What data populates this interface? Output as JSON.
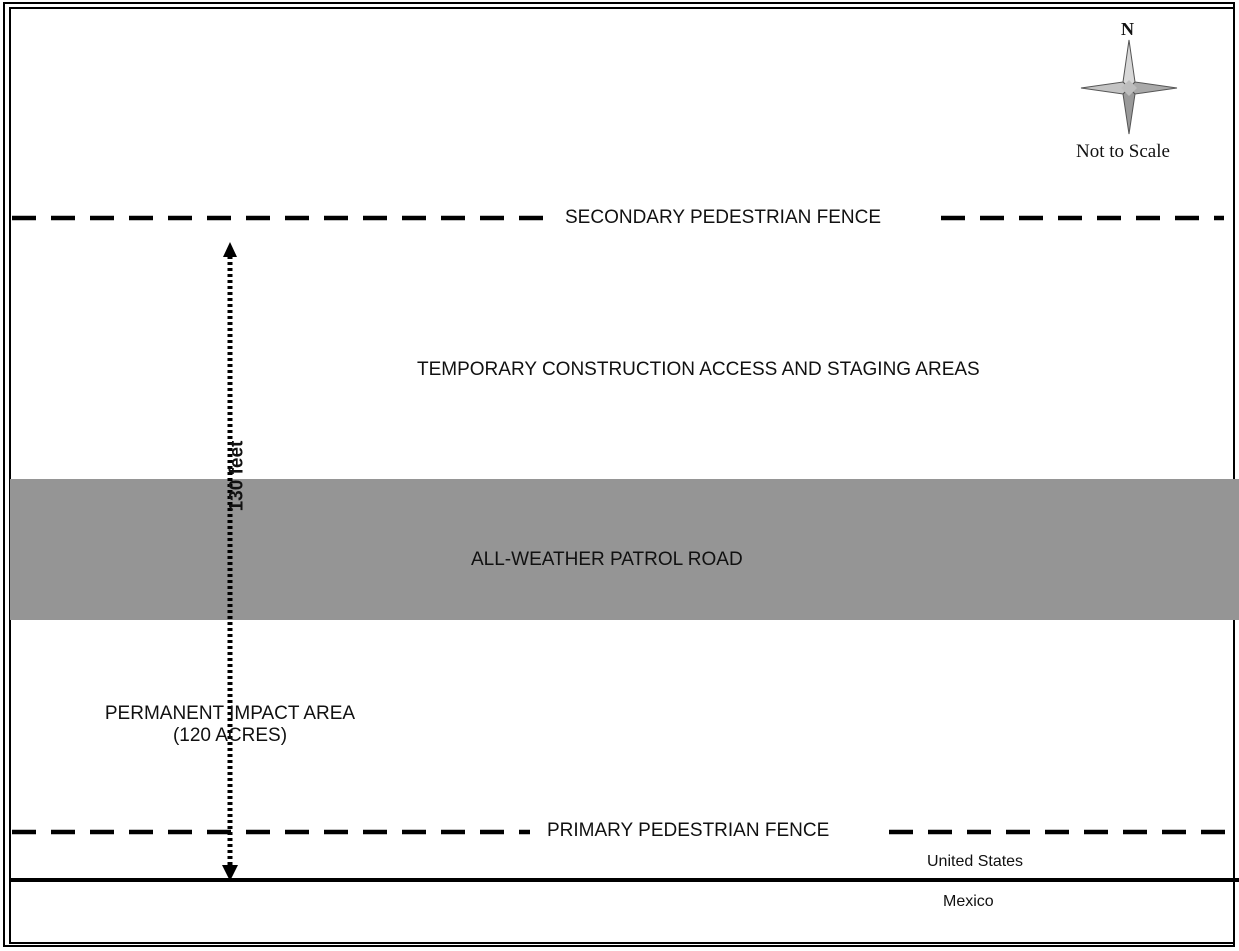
{
  "compass": {
    "north_label": "N",
    "scale_note": "Not to Scale"
  },
  "fences": {
    "secondary_label": "SECONDARY PEDESTRIAN FENCE",
    "primary_label": "PRIMARY PEDESTRIAN FENCE"
  },
  "areas": {
    "staging_label": "TEMPORARY CONSTRUCTION ACCESS AND STAGING AREAS",
    "road_label": "ALL-WEATHER PATROL ROAD",
    "permanent_label_line1": "PERMANENT IMPACT AREA",
    "permanent_label_line2": "(120 ACRES)"
  },
  "dimension": {
    "label": "130 feet"
  },
  "border": {
    "north_side": "United States",
    "south_side": "Mexico"
  },
  "colors": {
    "road_fill": "#959595",
    "line": "#000000",
    "compass_fill": "#bdbdbd"
  }
}
